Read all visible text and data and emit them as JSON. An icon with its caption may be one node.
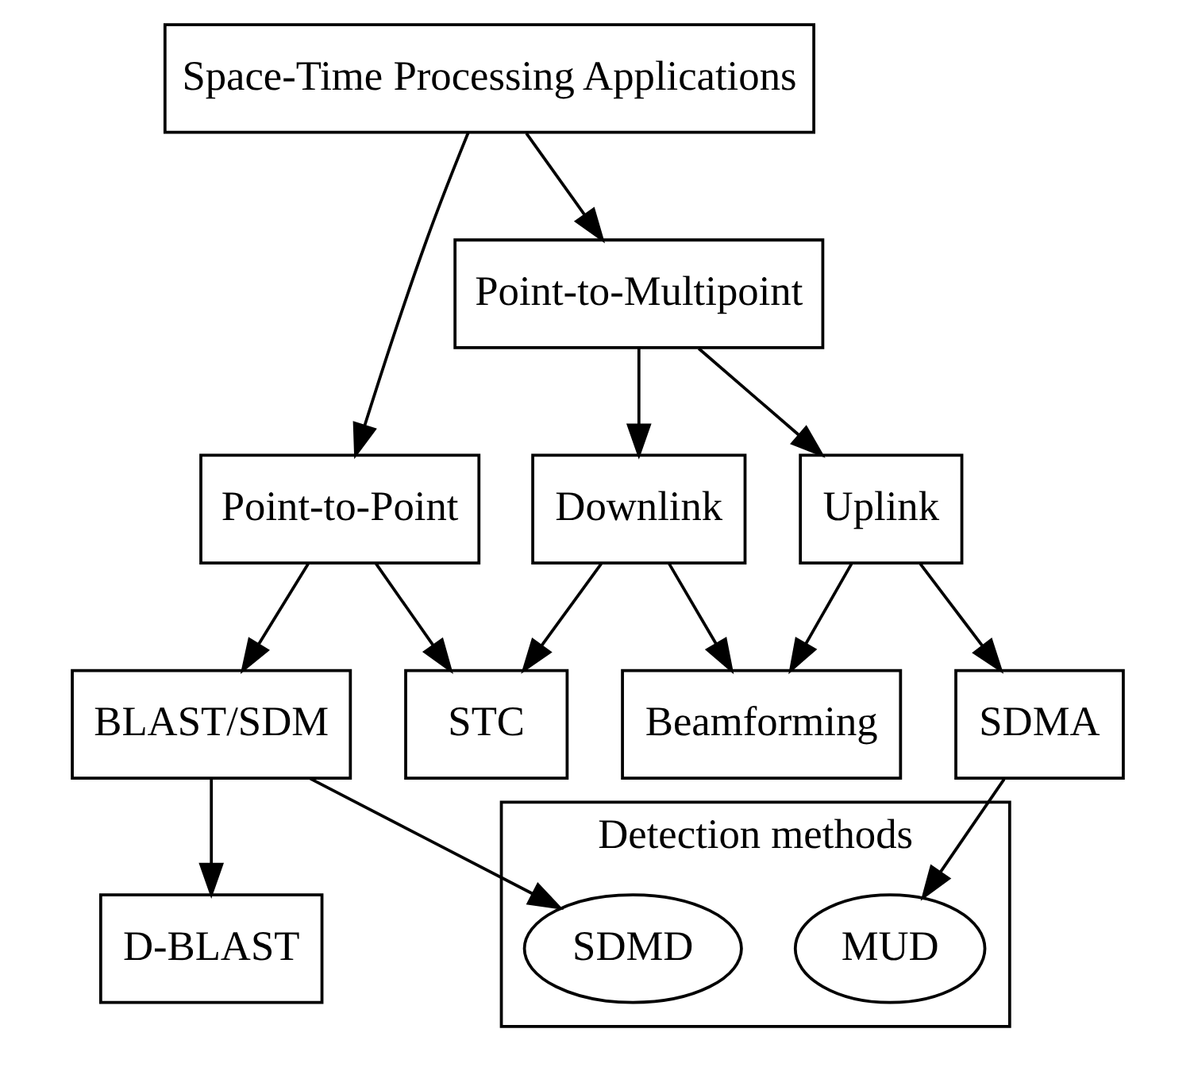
{
  "diagram": {
    "nodes": [
      {
        "text": [
          "Space-Time Processing Applications"
        ]
      },
      {
        "text": [
          "Point-to-Point"
        ]
      },
      {
        "text": [
          "Point-to-Multipoint"
        ]
      },
      {
        "text": [
          "Downlink"
        ]
      },
      {
        "text": [
          "Uplink"
        ]
      },
      {
        "text": [
          "BLAST/SDM"
        ]
      },
      {
        "text": [
          "STC"
        ]
      },
      {
        "text": [
          "Beamforming"
        ]
      },
      {
        "text": [
          "SDMA"
        ]
      },
      {
        "text": [
          "D-BLAST"
        ]
      },
      {
        "text": [
          "Detection methods"
        ]
      },
      {
        "text": [
          "SDMD"
        ],
        "in": 10
      },
      {
        "text": [
          "MUD"
        ],
        "in": 10
      }
    ],
    "edges": [
      {
        "from": 0,
        "to": 1,
        "arrow": "to"
      },
      {
        "from": 0,
        "to": 2,
        "arrow": "to"
      },
      {
        "from": 2,
        "to": 3,
        "arrow": "to"
      },
      {
        "from": 2,
        "to": 4,
        "arrow": "to"
      },
      {
        "from": 1,
        "to": 5,
        "arrow": "to"
      },
      {
        "from": 1,
        "to": 6,
        "arrow": "to"
      },
      {
        "from": 3,
        "to": 6,
        "arrow": "to"
      },
      {
        "from": 3,
        "to": 7,
        "arrow": "to"
      },
      {
        "from": 4,
        "to": 7,
        "arrow": "to"
      },
      {
        "from": 4,
        "to": 8,
        "arrow": "to"
      },
      {
        "from": 5,
        "to": 9,
        "arrow": "to"
      },
      {
        "from": 5,
        "to": 11,
        "arrow": "to"
      },
      {
        "from": 8,
        "to": 12,
        "arrow": "to"
      }
    ]
  }
}
